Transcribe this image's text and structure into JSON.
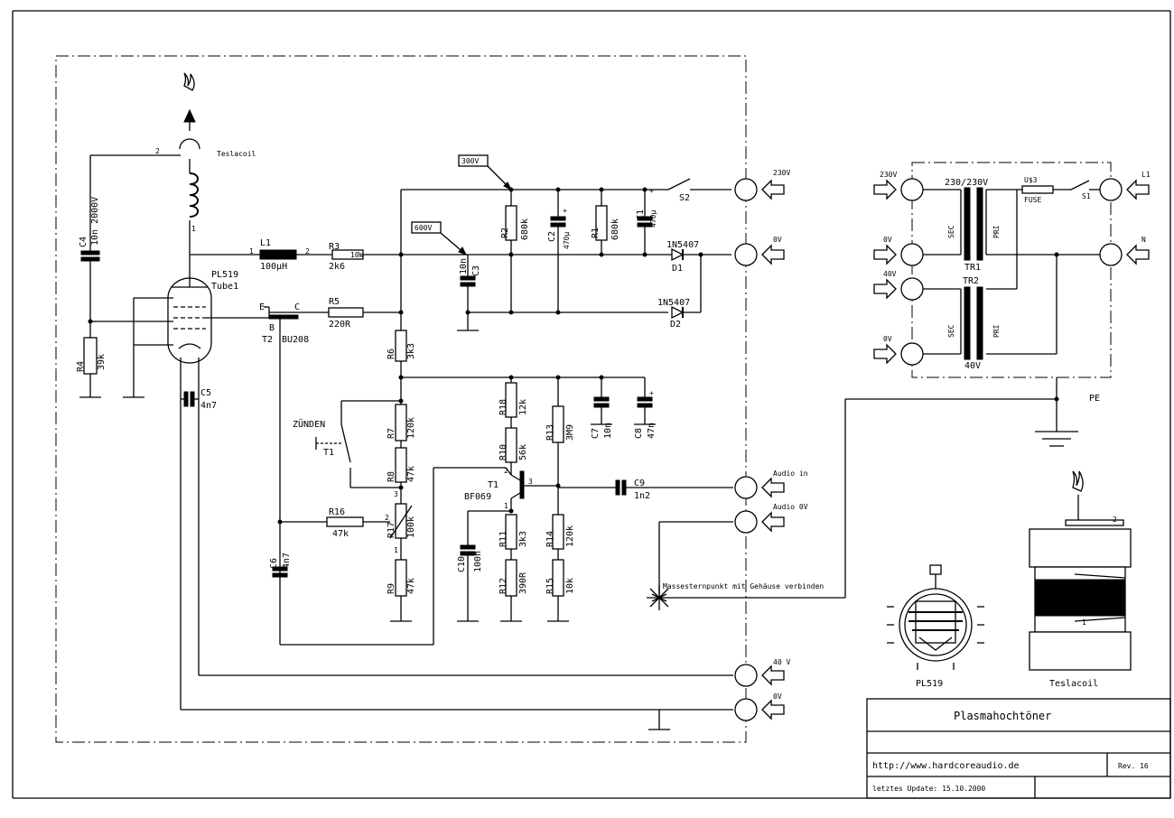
{
  "title_block": {
    "title": "Plasmahochtöner",
    "url": "http://www.hardcoreaudio.de",
    "revision": "Rev. 16",
    "update": "letztes Update: 15.10.2000"
  },
  "tube": {
    "type": "PL519",
    "name": "Tube1"
  },
  "tesla": {
    "label": "Teslacoil",
    "pin2": "2",
    "pin1": "1"
  },
  "components": {
    "C4": "C4",
    "C4v": "10n 2000V",
    "R4": "R4",
    "R4v": "39k",
    "L1": "L1",
    "L1v": "100µH",
    "L1p1": "1",
    "L1p2": "2",
    "R3": "R3",
    "R3v": "2k6",
    "R3w": "10W",
    "R5": "R5",
    "R5v": "220R",
    "T2": "T2",
    "T2v": "BU208",
    "T2e": "E",
    "T2c": "C",
    "T2b": "B",
    "C5": "C5",
    "C5v": "4n7",
    "R6": "R6",
    "R6v": "3k3",
    "R7": "R7",
    "R7v": "120k",
    "R8": "R8",
    "R8v": "47k",
    "R17": "R17",
    "R17v": "100k",
    "R17p3": "3",
    "R17p2": "2",
    "R17p1": "1",
    "R9": "R9",
    "R9v": "47k",
    "R16": "R16",
    "R16v": "47k",
    "C6": "C6",
    "C6v": "4n7",
    "T1sw": "T1",
    "zuenden": "ZÜNDEN",
    "C3": "C3",
    "C3v": "10n",
    "R2": "R2",
    "R2v": "680k",
    "C2": "C2",
    "C2v": "470µ",
    "R1": "R1",
    "R1v": "680k",
    "C1": "C1",
    "C1v": "470µ",
    "D1": "D1",
    "D1v": "1N5407",
    "D2": "D2",
    "D2v": "1N5407",
    "S2": "S2",
    "R18": "R18",
    "R18v": "12k",
    "R10": "R10",
    "R10v": "56k",
    "R13": "R13",
    "R13v": "3M9",
    "C7": "C7",
    "C7v": "10n",
    "C8": "C8",
    "C8v": "47n",
    "T1": "T1",
    "T1v": "BF069",
    "T1p1": "1",
    "T1p2": "2",
    "T1p3": "3",
    "C9": "C9",
    "C9v": "1n2",
    "C10": "C10",
    "C10v": "100n",
    "R11": "R11",
    "R11v": "3k3",
    "R12": "R12",
    "R12v": "390R",
    "R14": "R14",
    "R14v": "120k",
    "R15": "R15",
    "R15v": "10k"
  },
  "test_points": {
    "v300": "300V",
    "v600": "600V"
  },
  "connectors": {
    "v230": "230V",
    "v0": "0V",
    "audio_in": "Audio in",
    "audio_0v": "Audio 0V",
    "v40": "40 V",
    "v0b": "0V"
  },
  "ground_note": "Massesternpunkt mit Gehäuse verbinden",
  "psu": {
    "in230": "230V",
    "out0a": "0V",
    "out40": "40V",
    "out0b": "0V",
    "l1": "L1",
    "n": "N",
    "tr1_rating": "230/230V",
    "tr1": "TR1",
    "tr2": "TR2",
    "tr2_rating": "40V",
    "sec": "SEC",
    "pri": "PRI",
    "fuse_rating": "U$3",
    "fuse": "FUSE",
    "s1": "S1",
    "pe": "PE"
  },
  "drawings": {
    "tube_caption": "PL519",
    "coil_caption": "Teslacoil",
    "coil_pin2": "2",
    "coil_pin1": "1"
  }
}
